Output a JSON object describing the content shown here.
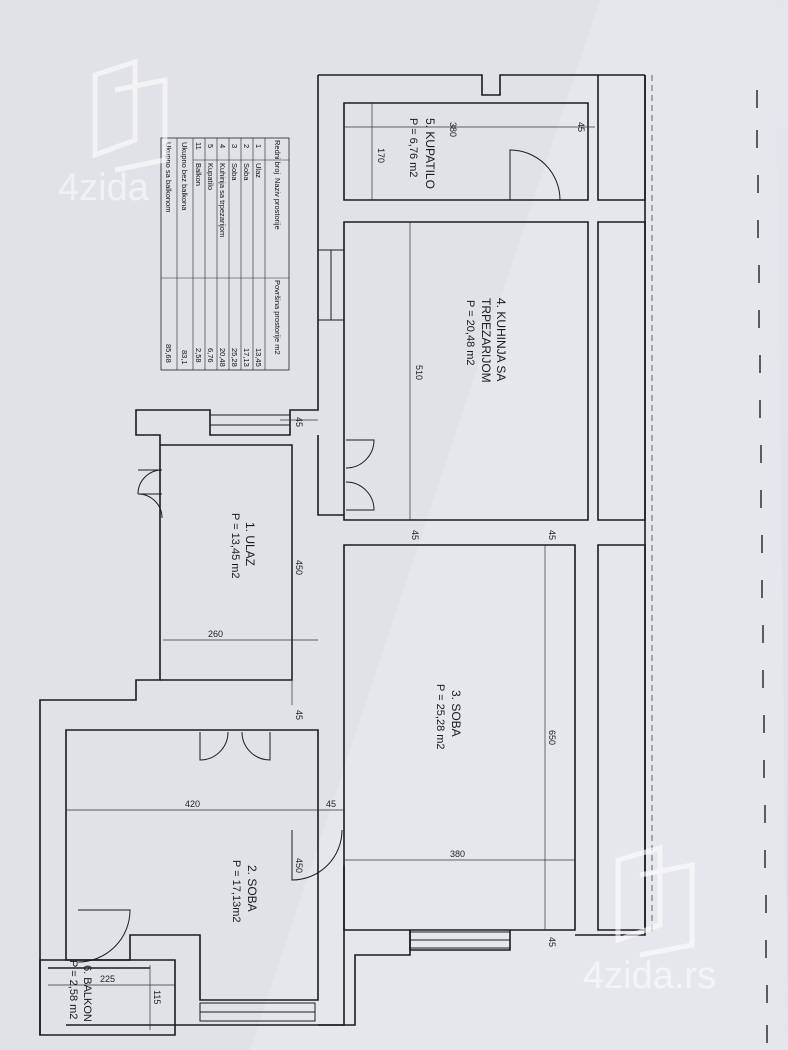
{
  "rooms": [
    {
      "name": "1. ULAZ",
      "area": "P = 13,45 m2"
    },
    {
      "name": "2. SOBA",
      "area": "P = 17,13m2"
    },
    {
      "name": "3. SOBA",
      "area": "P = 25,28 m2"
    },
    {
      "name": "4. KUHINJA SA",
      "name2": "TRPEZARIJOM",
      "area": "P = 20,48 m2"
    },
    {
      "name": "5. KUPATILO",
      "area": "P = 6,76 m2"
    },
    {
      "name": "6. BALKON",
      "area": "P = 2,58 m2"
    }
  ],
  "dimensions": [
    "380",
    "45",
    "170",
    "510",
    "45",
    "45",
    "450",
    "260",
    "45",
    "45",
    "420",
    "45",
    "650",
    "380",
    "45",
    "450",
    "225",
    "115"
  ],
  "table": {
    "headers": [
      "Redni broj",
      "Naziv prostorije",
      "Površina prostorije m2"
    ],
    "rows": [
      [
        "1",
        "Ulaz",
        "13,45"
      ],
      [
        "2",
        "Soba",
        "17,13"
      ],
      [
        "3",
        "Soba",
        "25,28"
      ],
      [
        "4",
        "Kuhinja sa trpezarijom",
        "20,48"
      ],
      [
        "5",
        "Kupatilo",
        "6,76"
      ],
      [
        "11",
        "Balkon",
        "2,58"
      ]
    ],
    "totals": [
      [
        "Ukupno bez balkona",
        "83,1"
      ],
      [
        "Ukupno sa balkonom",
        "85,68"
      ]
    ]
  },
  "watermark": "4zida",
  "watermark_full": "4zida.rs",
  "colors": {
    "wall": "#1c1c1c",
    "paper": "#e2e4ea"
  }
}
